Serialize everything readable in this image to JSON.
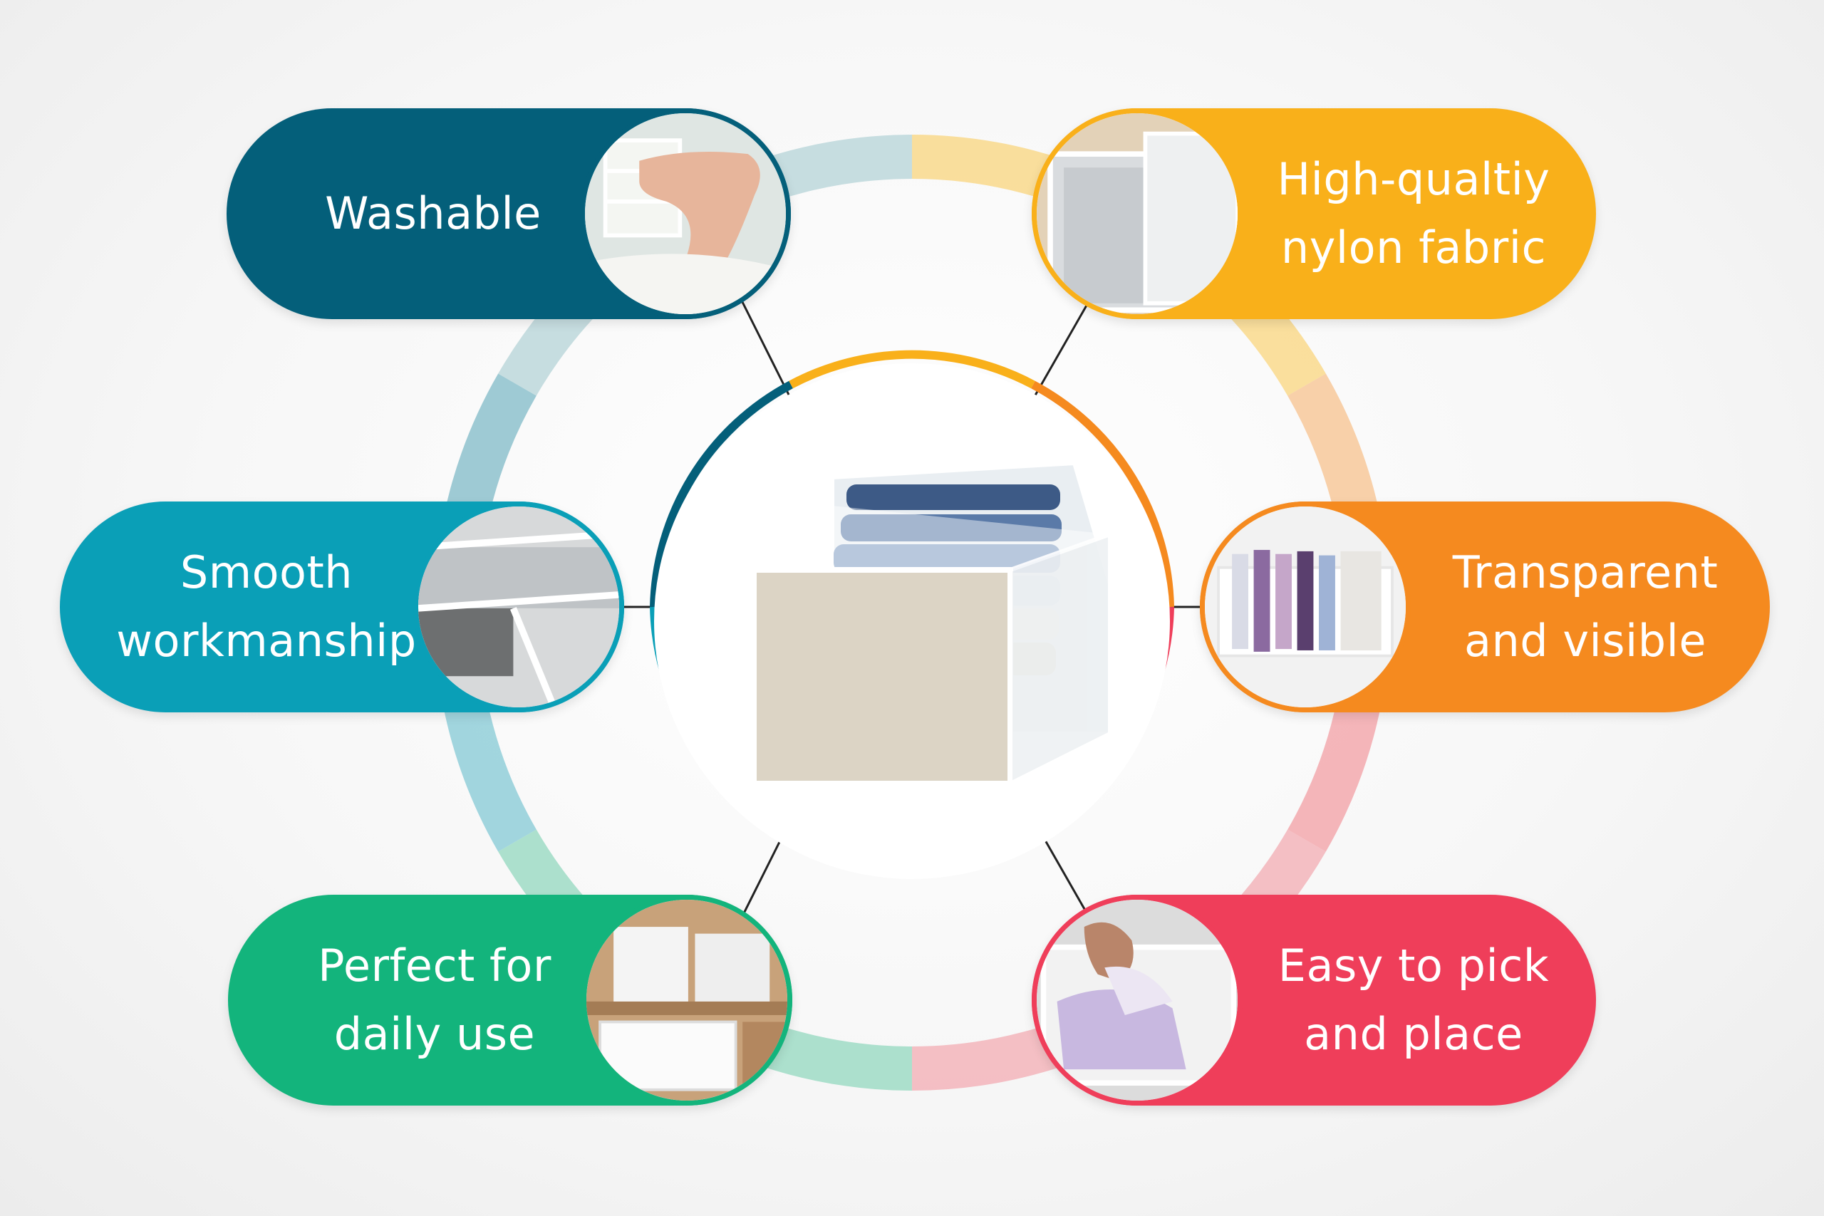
{
  "features": [
    {
      "name": "washable",
      "lines": [
        "Washable"
      ],
      "color": "#045f7a",
      "accent": "#f4d98a",
      "icon": "hand-pressing-mesh-bag"
    },
    {
      "name": "high-quality-nylon",
      "lines": [
        "High-qualtiy",
        "nylon fabric"
      ],
      "color": "#f9b01a",
      "accent": "#f9c98c",
      "icon": "mesh-fabric-closeup"
    },
    {
      "name": "smooth-workmanship",
      "lines": [
        "Smooth",
        "workmanship"
      ],
      "color": "#0a9fb7",
      "accent": "#8fc3cf",
      "icon": "mesh-seam-closeup"
    },
    {
      "name": "transparent-visible",
      "lines": [
        "Transparent",
        "and visible"
      ],
      "color": "#f58a1f",
      "accent": "#f3a6ad",
      "icon": "organizer-with-clothes"
    },
    {
      "name": "daily-use",
      "lines": [
        "Perfect for",
        "daily use"
      ],
      "color": "#13b47c",
      "accent": "#93dcc0",
      "icon": "drawers-with-organizers"
    },
    {
      "name": "easy-pick-place",
      "lines": [
        "Easy to pick",
        "and place"
      ],
      "color": "#ef3e5a",
      "accent": "#f3a6ad",
      "icon": "hand-picking-clothes"
    }
  ],
  "center": {
    "icon": "mesh-clothes-organizer-product"
  }
}
